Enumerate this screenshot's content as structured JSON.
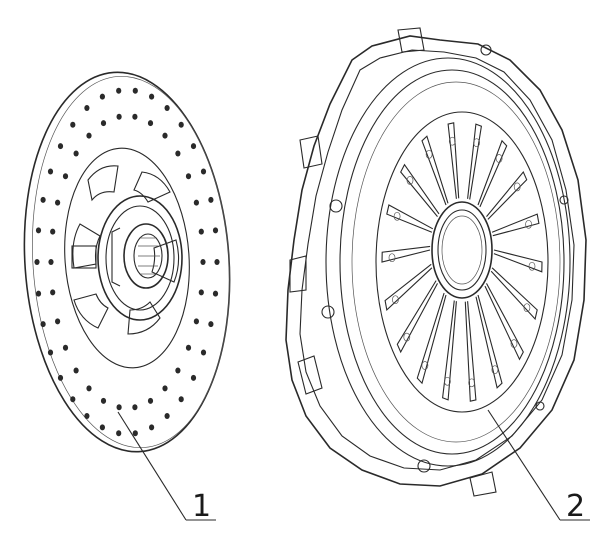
{
  "callouts": [
    {
      "id": "1",
      "label": "1"
    },
    {
      "id": "2",
      "label": "2"
    }
  ],
  "parts": [
    {
      "callout": "1",
      "icon": "clutch-disc-icon"
    },
    {
      "callout": "2",
      "icon": "pressure-plate-icon"
    }
  ]
}
